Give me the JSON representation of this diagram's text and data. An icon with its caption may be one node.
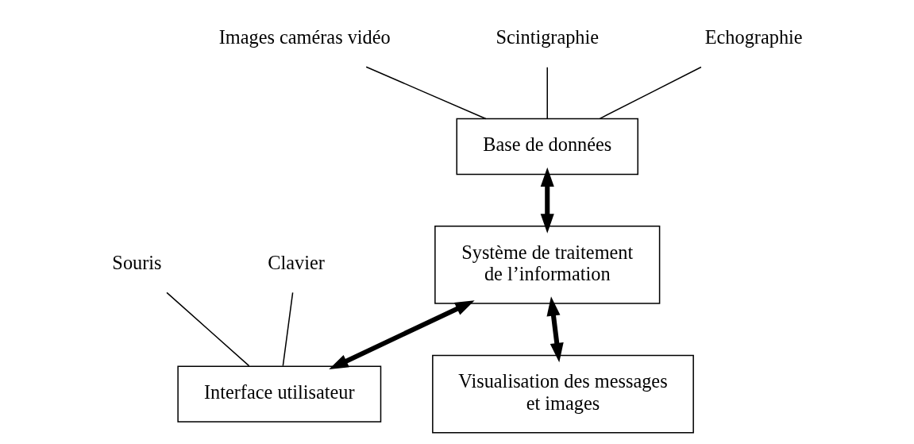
{
  "diagram": {
    "nodes": [
      {
        "text": [
          "Base de données"
        ]
      },
      {
        "text": [
          "Système de traitement de l’information"
        ]
      },
      {
        "text": [
          "Interface utilisateur"
        ]
      },
      {
        "text": [
          "Visualisation des messages et images"
        ]
      },
      {
        "text": [
          "Images caméras vidéo"
        ]
      },
      {
        "text": [
          "Scintigraphie"
        ]
      },
      {
        "text": [
          "Echographie"
        ]
      },
      {
        "text": [
          "Souris"
        ]
      },
      {
        "text": [
          "Clavier"
        ]
      }
    ],
    "edges": [
      {
        "from": 0,
        "to": 1,
        "arrow": "both",
        "style": "thick"
      },
      {
        "from": 1,
        "to": 2,
        "arrow": "both",
        "style": "thick"
      },
      {
        "from": 1,
        "to": 3,
        "arrow": "both",
        "style": "thick"
      },
      {
        "from": 4,
        "to": 0,
        "arrow": "none"
      },
      {
        "from": 5,
        "to": 0,
        "arrow": "none"
      },
      {
        "from": 6,
        "to": 0,
        "arrow": "none"
      },
      {
        "from": 7,
        "to": 2,
        "arrow": "none"
      },
      {
        "from": 8,
        "to": 2,
        "arrow": "none"
      }
    ]
  }
}
